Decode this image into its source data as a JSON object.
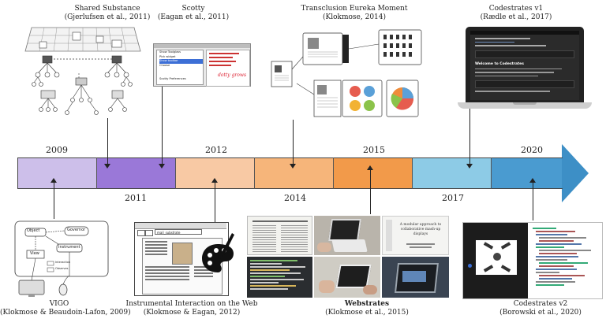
{
  "timeline": {
    "years_top": [
      {
        "label": "2009"
      },
      {
        "label": "2012"
      },
      {
        "label": "2015"
      },
      {
        "label": "2020"
      }
    ],
    "years_bottom": [
      {
        "label": "2011"
      },
      {
        "label": "2014"
      },
      {
        "label": "2017"
      }
    ],
    "colors": [
      "#cdbfea",
      "#9a78d8",
      "#f8c9a4",
      "#f6b57a",
      "#f29a4a",
      "#8dcbe6",
      "#4a9bd0"
    ]
  },
  "top_items": [
    {
      "title": "Shared Substance",
      "cite": "(Gjerlufsen et al., 2011)"
    },
    {
      "title": "Scotty",
      "cite": "(Eagan et al., 2011)"
    },
    {
      "title": "Transclusion Eureka Moment",
      "cite": "(Klokmose, 2014)"
    },
    {
      "title": "Codestrates v1",
      "cite": "(Rædle et al., 2017)"
    }
  ],
  "bottom_items": [
    {
      "title": "VIGO",
      "cite": "(Klokmose & Beaudoin-Lafon, 2009)"
    },
    {
      "title": "Instrumental Interaction on the Web",
      "cite": "(Klokmose & Eagan, 2012)"
    },
    {
      "title": "Webstrates",
      "cite": "(Klokmose et al., 2015)"
    },
    {
      "title": "Codestrates v2",
      "cite": "(Borowski et al., 2020)"
    }
  ],
  "vigo": {
    "object": "Object",
    "governor": "Governor",
    "instrument": "Instrument",
    "view": "View",
    "interaction": "Interaction",
    "observes": "Observes"
  },
  "scotty": {
    "menu": [
      "Show Toolglass",
      "Pick widget",
      "Show toolbar",
      "Choose",
      "Scotty Preferences"
    ],
    "handwriting": "dotty grows"
  },
  "codestrates_v1": {
    "welcome": "Welcome to Codestrates"
  },
  "webstrates_slide": {
    "title": "A modular approach to collaborative mash-up displays"
  },
  "instrumental": {
    "url": "mail_substrate"
  }
}
